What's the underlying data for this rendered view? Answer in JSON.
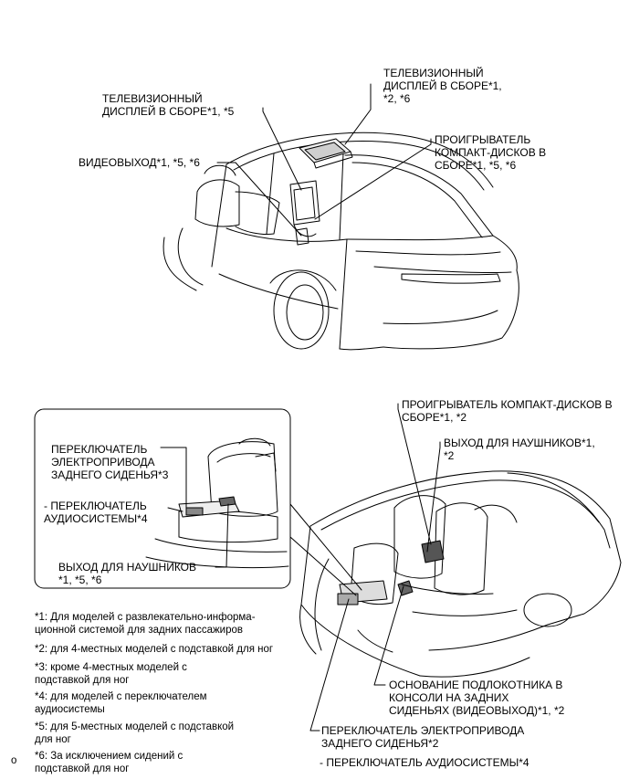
{
  "labels": {
    "tv_display_roof": "ТЕЛЕВИЗИОННЫЙ\nДИСПЛЕЙ В СБОРЕ*1,\n*2, *6",
    "tv_display_seat": "ТЕЛЕВИЗИОННЫЙ\nДИСПЛЕЙ В СБОРЕ*1, *5",
    "cd_player_top": "ПРОИГРЫВАТЕЛЬ\nКОМПАКТ-ДИСКОВ В\nСБОРЕ*1, *5, *6",
    "video_out": "ВИДЕОВЫХОД*1, *5, *6",
    "cd_player_console": "ПРОИГРЫВАТЕЛЬ КОМПАКТ-ДИСКОВ В\nСБОРЕ*1, *2",
    "headphone_out_console": "ВЫХОД ДЛЯ НАУШНИКОВ*1,\n*2",
    "seat_switch_inset": "ПЕРЕКЛЮЧАТЕЛЬ\nЭЛЕКТРОПРИВОДА\nЗАДНЕГО СИДЕНЬЯ*3",
    "audio_switch_inset": "- ПЕРЕКЛЮЧАТЕЛЬ\nАУДИОСИСТЕМЫ*4",
    "headphone_out_inset": "ВЫХОД ДЛЯ НАУШНИКОВ\n*1, *5, *6",
    "armrest_base": "ОСНОВАНИЕ ПОДЛОКОТНИКА В\nКОНСОЛИ НА ЗАДНИХ\nСИДЕНЬЯХ (ВИДЕОВЫХОД)*1, *2",
    "seat_switch_bottom": "ПЕРЕКЛЮЧАТЕЛЬ ЭЛЕКТРОПРИВОДА\nЗАДНЕГО СИДЕНЬЯ*2",
    "audio_switch_bottom": "- ПЕРЕКЛЮЧАТЕЛЬ АУДИОСИСТЕМЫ*4"
  },
  "footnotes": [
    "*1: Для моделей с развлекательно-информа-\nционной системой для задних пассажиров",
    "*2: для 4-местных моделей с подставкой для ног",
    "*3: кроме 4-местных моделей с\nподставкой для ног",
    "*4: для моделей с переключателем\nаудиосистемы",
    "*5: для 5-местных моделей с подставкой\nдля ног",
    "*6: За исключением сидений с\nподставкой для ног"
  ],
  "corner_mark": "o"
}
